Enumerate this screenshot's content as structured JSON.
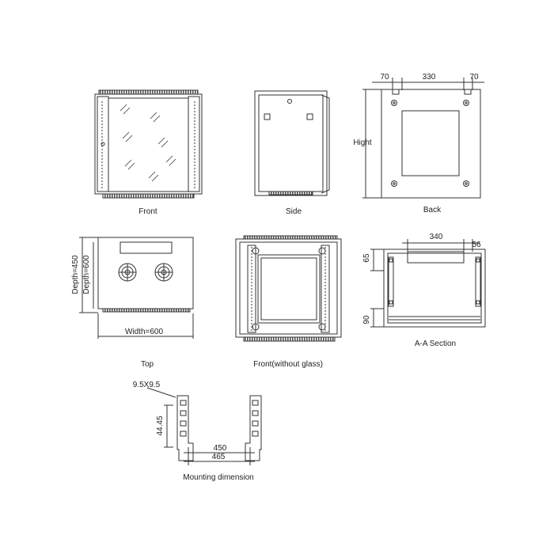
{
  "views": {
    "front": "Front",
    "side": "Side",
    "back": "Back",
    "top": "Top",
    "front_without_glass": "Front(without glass)",
    "section": "A-A Section",
    "mounting": "Mounting dimension"
  },
  "dimensions": {
    "back_left": "70",
    "back_mid": "330",
    "back_right": "70",
    "hight": "Hight",
    "depth_450": "Depth=450",
    "depth_600": "Depth=600",
    "width_600": "Width=600",
    "section_340": "340",
    "section_56": "56",
    "section_65": "65",
    "section_90": "90",
    "hole": "9.5X9.5",
    "pitch": "44.45",
    "mount_450": "450",
    "mount_465": "465"
  },
  "colors": {
    "line": "#333333",
    "hatch": "#555555",
    "background": "#ffffff"
  }
}
